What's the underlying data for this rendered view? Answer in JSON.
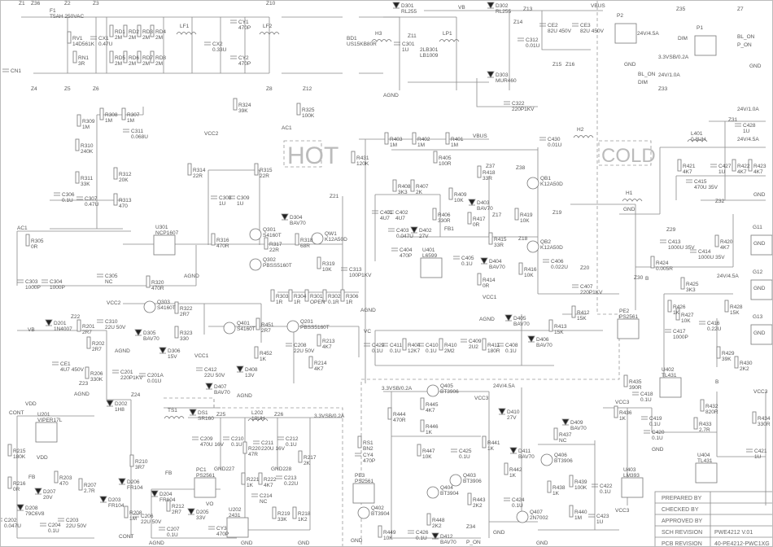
{
  "title_block": {
    "rows": [
      {
        "label": "PREPARED BY",
        "value": ""
      },
      {
        "label": "CHECKED BY",
        "value": ""
      },
      {
        "label": "APPROVED BY",
        "value": ""
      },
      {
        "label": "SCH REVISION",
        "value": "PWE4212  V.01"
      },
      {
        "label": "PCB REVISION",
        "value": "40-PE4212-PWC1XG"
      }
    ]
  },
  "zones": {
    "hot": "HOT",
    "cold": "COLD"
  },
  "components": [
    [
      "F1",
      "T5AH 250VAC"
    ],
    [
      "RV1",
      "14D561K"
    ],
    [
      "RN1",
      "3R"
    ],
    [
      "CN1",
      ""
    ],
    [
      "CX1",
      "0.47U"
    ],
    [
      "RD1",
      "2M"
    ],
    [
      "RD2",
      "2M"
    ],
    [
      "RD3",
      "2M"
    ],
    [
      "RD4",
      "2M"
    ],
    [
      "RD5",
      "2M"
    ],
    [
      "RD6",
      "2M"
    ],
    [
      "RD7",
      "2M"
    ],
    [
      "RD8",
      "2M"
    ],
    [
      "LF1",
      ""
    ],
    [
      "CX2",
      "0.33U"
    ],
    [
      "CY1",
      "470P"
    ],
    [
      "CY2",
      "470P"
    ],
    [
      "LF2",
      ""
    ],
    [
      "BD1",
      "US15KB80R"
    ],
    [
      "H3",
      ""
    ],
    [
      "C301",
      "1U"
    ],
    [
      "LP1",
      ""
    ],
    [
      "2LB301",
      "LB1009"
    ],
    [
      "D301",
      "RL255"
    ],
    [
      "D302",
      "RL255"
    ],
    [
      "C312",
      "0.01U"
    ],
    [
      "CE2",
      "82U 450V"
    ],
    [
      "CE3",
      "82U 450V"
    ],
    [
      "D303",
      "MUR460"
    ],
    [
      "C322",
      "220P1KV"
    ],
    [
      "R324",
      "39K"
    ],
    [
      "R325",
      "100K"
    ],
    [
      "R314",
      "22R"
    ],
    [
      "R315",
      "22R"
    ],
    [
      "C308",
      "1U"
    ],
    [
      "C309",
      "1U"
    ],
    [
      "Q301",
      "S4160T"
    ],
    [
      "Q302",
      "PBSS5160T"
    ],
    [
      "R316",
      "470R"
    ],
    [
      "R317",
      "22R"
    ],
    [
      "D304",
      "BAV70"
    ],
    [
      "R318",
      "68R"
    ],
    [
      "QW1",
      "K12A50D"
    ],
    [
      "R319",
      "10K"
    ],
    [
      "C313",
      "100P1KV"
    ],
    [
      "R303",
      "1R"
    ],
    [
      "R304",
      "1R"
    ],
    [
      "R301",
      "OPEN"
    ],
    [
      "R302",
      "0.1R"
    ],
    [
      "R306",
      "1R"
    ],
    [
      "R308",
      "1M"
    ],
    [
      "R307",
      "1M"
    ],
    [
      "R309",
      "1M"
    ],
    [
      "C311",
      "0.068U"
    ],
    [
      "R310",
      "240K"
    ],
    [
      "R311",
      "33K"
    ],
    [
      "R312",
      "20K"
    ],
    [
      "R313",
      "470"
    ],
    [
      "C306",
      "0.1U"
    ],
    [
      "C307",
      "0.47U"
    ],
    [
      "U301",
      "NCP1607"
    ],
    [
      "R305",
      "0R"
    ],
    [
      "C303",
      "1000P"
    ],
    [
      "C304",
      "1000P"
    ],
    [
      "C305",
      "NC"
    ],
    [
      "R320",
      "470R"
    ],
    [
      "R431",
      "120K"
    ],
    [
      "R403",
      "1M"
    ],
    [
      "R402",
      "1M"
    ],
    [
      "R401",
      "1M"
    ],
    [
      "R405",
      "100R"
    ],
    [
      "C430",
      "0.01U"
    ],
    [
      "H2",
      ""
    ],
    [
      "R418",
      "33R"
    ],
    [
      "QB1",
      "K12A50D"
    ],
    [
      "R408",
      "3K3"
    ],
    [
      "R407",
      "2K"
    ],
    [
      "R409",
      "10K"
    ],
    [
      "C401",
      "4U7"
    ],
    [
      "C402",
      "4U7"
    ],
    [
      "C403",
      "0.047U"
    ],
    [
      "D402",
      "27V"
    ],
    [
      "R406",
      "330R"
    ],
    [
      "D403",
      "BAV70"
    ],
    [
      "R417",
      "0R"
    ],
    [
      "R419",
      "10K"
    ],
    [
      "R415",
      "33R"
    ],
    [
      "QB2",
      "K12A50D"
    ],
    [
      "C404",
      "470P"
    ],
    [
      "U401",
      "L6599"
    ],
    [
      "C405",
      "0.1U"
    ],
    [
      "D404",
      "BAV70"
    ],
    [
      "R414",
      "0R"
    ],
    [
      "R416",
      "10K"
    ],
    [
      "C406",
      "0.022U"
    ],
    [
      "C407",
      "220P1KV"
    ],
    [
      "L401",
      "0.8UH"
    ],
    [
      "C428",
      "1U"
    ],
    [
      "R421",
      "4K7"
    ],
    [
      "C415",
      "470U 35V"
    ],
    [
      "C427",
      "1U"
    ],
    [
      "R422",
      "4K7"
    ],
    [
      "R423",
      "4K7"
    ],
    [
      "H1",
      ""
    ],
    [
      "C413",
      "1000U 35V"
    ],
    [
      "C414",
      "1000U 35V"
    ],
    [
      "R420",
      "4K7"
    ],
    [
      "R424",
      "0.005R"
    ],
    [
      "R425",
      "3K3"
    ],
    [
      "R426",
      "1K"
    ],
    [
      "R428",
      "15K"
    ],
    [
      "R427",
      "10K"
    ],
    [
      "C417",
      "1000P"
    ],
    [
      "C416",
      "0.22U"
    ],
    [
      "PE2",
      "PS2561"
    ],
    [
      "U402",
      "TL431"
    ],
    [
      "R429",
      "39K"
    ],
    [
      "R430",
      "2K2"
    ],
    [
      "R412",
      "15K"
    ],
    [
      "R413",
      "15K"
    ],
    [
      "D405",
      "BAV70"
    ],
    [
      "D406",
      "BAV70"
    ],
    [
      "C429",
      "0.1U"
    ],
    [
      "C411",
      "0.1U"
    ],
    [
      "R404",
      "12K7"
    ],
    [
      "C410",
      "0.1U"
    ],
    [
      "R410",
      "2M2"
    ],
    [
      "C409",
      "2U2"
    ],
    [
      "R411",
      "180R"
    ],
    [
      "C408",
      "0.1U"
    ],
    [
      "D201",
      "1N4007"
    ],
    [
      "R201",
      "2R7"
    ],
    [
      "R202",
      "2R7"
    ],
    [
      "CE1",
      "4U7 450V"
    ],
    [
      "R206",
      "330K"
    ],
    [
      "C201",
      "220P1KV"
    ],
    [
      "C201A",
      "0.01U"
    ],
    [
      "C310",
      "22U 50V"
    ],
    [
      "Q303",
      "S4160T"
    ],
    [
      "D305",
      "BAV70"
    ],
    [
      "R322",
      "2R7"
    ],
    [
      "R323",
      "330"
    ],
    [
      "D306",
      "15V"
    ],
    [
      "Q401",
      "S4160T"
    ],
    [
      "R451",
      "2R7"
    ],
    [
      "R452",
      "1K"
    ],
    [
      "C412",
      "22U 50V"
    ],
    [
      "D407",
      "BAV70"
    ],
    [
      "D408",
      "13V"
    ],
    [
      "Q201",
      "PBSS5160T"
    ],
    [
      "C208",
      "22U 50V"
    ],
    [
      "R213",
      "4K7"
    ],
    [
      "R214",
      "4K7"
    ],
    [
      "U201",
      "VIPER17L"
    ],
    [
      "D202",
      "1H8"
    ],
    [
      "TS1",
      ""
    ],
    [
      "DS1",
      "SR160"
    ],
    [
      "L202",
      "10UH"
    ],
    [
      "C209",
      "470U 16V"
    ],
    [
      "C210",
      "0.1U"
    ],
    [
      "R220",
      "47R"
    ],
    [
      "C211",
      "220U 16V"
    ],
    [
      "C212",
      "0.1U"
    ],
    [
      "R217",
      "2K"
    ],
    [
      "R215",
      "180K"
    ],
    [
      "R216",
      "0R"
    ],
    [
      "R203",
      "470"
    ],
    [
      "D207",
      "20V"
    ],
    [
      "R207",
      "2.7R"
    ],
    [
      "D203",
      "FR104"
    ],
    [
      "R210",
      "3R7"
    ],
    [
      "D206",
      "FR104"
    ],
    [
      "D204",
      "FR104"
    ],
    [
      "PC1",
      "PS2561"
    ],
    [
      "R221",
      "1K"
    ],
    [
      "R222",
      "4K7"
    ],
    [
      "C213",
      "0.22U"
    ],
    [
      "C214",
      "NC"
    ],
    [
      "C202",
      "0.047U"
    ],
    [
      "D208",
      "79C6V8"
    ],
    [
      "C204",
      "0.1U"
    ],
    [
      "C203",
      "22U 50V"
    ],
    [
      "R208",
      "1M"
    ],
    [
      "C206",
      "22U 50V"
    ],
    [
      "C207",
      "0.1U"
    ],
    [
      "R212",
      "2R7"
    ],
    [
      "D205",
      "33V"
    ],
    [
      "CY3",
      "470P"
    ],
    [
      "U202",
      "2431"
    ],
    [
      "R219",
      "33K"
    ],
    [
      "R218",
      "1K2"
    ],
    [
      "Q405",
      "BT3906"
    ],
    [
      "R444",
      "470R"
    ],
    [
      "R445",
      "4K7"
    ],
    [
      "R446",
      "1K"
    ],
    [
      "D410",
      "27V"
    ],
    [
      "RS1",
      "BN2"
    ],
    [
      "CY4",
      "470P"
    ],
    [
      "R447",
      "10K"
    ],
    [
      "C425",
      "0.1U"
    ],
    [
      "Q403",
      "BT3906"
    ],
    [
      "Q404",
      "BT3904"
    ],
    [
      "R441",
      "1K"
    ],
    [
      "D411",
      "BAV70"
    ],
    [
      "R442",
      "1K"
    ],
    [
      "R443",
      "2K2"
    ],
    [
      "C424",
      "0.1U"
    ],
    [
      "PE3",
      "PS2561"
    ],
    [
      "Q402",
      "BT3904"
    ],
    [
      "R449",
      "10K"
    ],
    [
      "R448",
      "2K2"
    ],
    [
      "C426",
      "0.1U"
    ],
    [
      "D412",
      "BAV70"
    ],
    [
      "R437",
      "NC"
    ],
    [
      "D409",
      "BAV70"
    ],
    [
      "Q406",
      "BT3906"
    ],
    [
      "R438",
      "1K"
    ],
    [
      "R439",
      "100K"
    ],
    [
      "C422",
      "0.1U"
    ],
    [
      "Q407",
      "2N7002"
    ],
    [
      "R440",
      "1M"
    ],
    [
      "C423",
      "1U"
    ],
    [
      "R436",
      "1K"
    ],
    [
      "U403",
      "LM393"
    ],
    [
      "R435",
      "390R"
    ],
    [
      "C418",
      "0.1U"
    ],
    [
      "C419",
      "0.1U"
    ],
    [
      "C420",
      "0.1U"
    ],
    [
      "R432",
      "820R"
    ],
    [
      "R433",
      "2.7R"
    ],
    [
      "R434",
      "330R"
    ],
    [
      "U404",
      "TL431"
    ],
    [
      "C421",
      "1U"
    ],
    [
      "P1",
      ""
    ],
    [
      "P2",
      ""
    ],
    [
      "G11",
      ""
    ],
    [
      "G12",
      ""
    ],
    [
      "G13",
      ""
    ]
  ],
  "nets": [
    "Z1",
    "Z36",
    "Z2",
    "Z3",
    "Z4",
    "Z5",
    "Z6",
    "Z10",
    "Z8",
    "Z12",
    "Z11",
    "Z14",
    "Z13",
    "Z15",
    "Z16",
    "VB",
    "VBUS",
    "AGND",
    "AC1",
    "AC1",
    "VCC2",
    "Z21",
    "AGND",
    "VBUS",
    "Z37",
    "Z38",
    "FB1",
    "Z17",
    "Z18",
    "Z19",
    "Z20",
    "VCC1",
    "AGND",
    "24V/1.0A",
    "24V/4.5A",
    "Z31",
    "GND",
    "Z32",
    "GND",
    "Z29",
    "Z30",
    "B",
    "24V/4.5A",
    "GND",
    "GND",
    "GND",
    "VC",
    "AGND",
    "VB",
    "Z22",
    "Z23",
    "AGND",
    "VCC2",
    "AGND",
    "VCC1",
    "AGND",
    "VDD",
    "CONT",
    "Z24",
    "Z25",
    "Z26",
    "3.3VSB/0.2A",
    "GND227",
    "GND228",
    "FB",
    "VDD",
    "FB",
    "CONT",
    "AGND",
    "VO",
    "GND",
    "GND",
    "3.3VSB/0.2A",
    "VCC3",
    "24V/4.5A",
    "GND",
    "GND",
    "Z34",
    "P_ON",
    "GND",
    "VCC3",
    "VCC3",
    "VCC3",
    "B",
    "GND",
    "24V/4.5A",
    "GND",
    "BL_ON",
    "DIM",
    "Z35",
    "Z7",
    "DIM",
    "BL_ON",
    "P_ON",
    "3.3VSB/0.2A",
    "24V/1.0A",
    "Z33",
    "GND"
  ]
}
